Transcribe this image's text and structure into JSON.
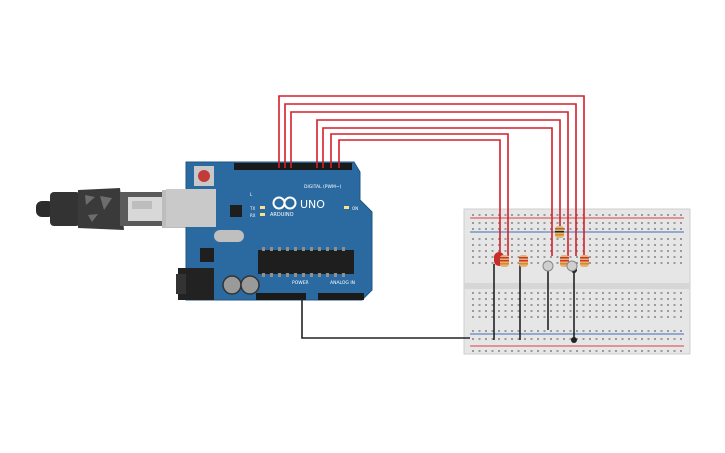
{
  "board": {
    "brand_label": "ARDUINO",
    "model_label": "UNO",
    "digital_header_label": "DIGITAL (PWM~)",
    "power_header_label": "POWER",
    "analog_header_label": "ANALOG IN",
    "on_label": "ON",
    "tx_label": "TX",
    "rx_label": "RX",
    "l_label": "L"
  },
  "colors": {
    "board": "#2a6aa0",
    "wire_red": "#d41f2a",
    "wire_black": "#222222",
    "breadboard": "#e6e6e6",
    "rail_red": "#d9434b",
    "rail_blue": "#3f6fb5"
  },
  "components": [
    "usb-cable",
    "arduino-uno",
    "breadboard",
    "red-led",
    "resistors",
    "phototransistors",
    "jumper-wires"
  ]
}
